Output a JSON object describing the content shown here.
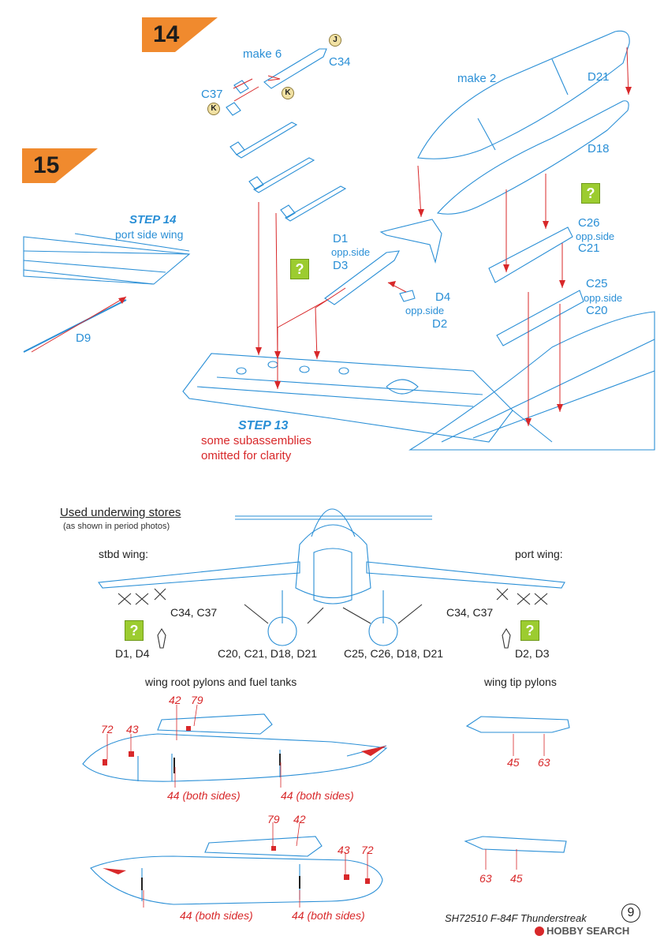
{
  "steps": {
    "step14_badge": "14",
    "step15_badge": "15"
  },
  "step14": {
    "make6": "make 6",
    "c34": "C34",
    "c37": "C37",
    "make2": "make 2",
    "d21": "D21",
    "d18": "D18",
    "c26": "C26",
    "c26_opp": "opp.side",
    "c21": "C21",
    "c25": "C25",
    "c25_opp": "opp.side",
    "c20": "C20",
    "d1": "D1",
    "d1_opp": "opp.side",
    "d3": "D3",
    "d4": "D4",
    "d4_opp": "opp.side",
    "d2": "D2",
    "callout_j": "J",
    "callout_k": "K",
    "unknown_mark": "?"
  },
  "step15": {
    "title": "STEP 14",
    "subtitle": "port side wing",
    "d9": "D9"
  },
  "step13": {
    "title": "STEP 13",
    "note_line1": "some subassemblies",
    "note_line2": "omitted for clarity"
  },
  "stores": {
    "heading": "Used underwing stores",
    "subheading": "(as shown in period photos)",
    "stbd": "stbd wing:",
    "port": "port wing:",
    "c34c37_left": "C34, C37",
    "c34c37_right": "C34, C37",
    "d1d4": "D1, D4",
    "d2d3": "D2, D3",
    "tanks_left": "C20, C21, D18, D21",
    "tanks_right": "C25, C26, D18, D21"
  },
  "decals": {
    "root_title": "wing root pylons and fuel tanks",
    "tip_title": "wing tip pylons",
    "top": {
      "n72": "72",
      "n43": "43",
      "n42": "42",
      "n79": "79",
      "both1": "44 (both sides)",
      "both2": "44 (both sides)"
    },
    "tipA": {
      "n45": "45",
      "n63": "63"
    },
    "bottom": {
      "n79": "79",
      "n42": "42",
      "n43": "43",
      "n72": "72",
      "both1": "44 (both sides)",
      "both2": "44 (both sides)"
    },
    "tipB": {
      "n63": "63",
      "n45": "45"
    }
  },
  "footer": {
    "code": "SH72510  F-84F Thunderstreak",
    "page": "9",
    "watermark": "HOBBY SEARCH"
  },
  "colors": {
    "line_blue": "#2a8fd6",
    "arrow_red": "#d8282a",
    "badge_orange": "#f08a2e",
    "q_green": "#9ccc30"
  }
}
